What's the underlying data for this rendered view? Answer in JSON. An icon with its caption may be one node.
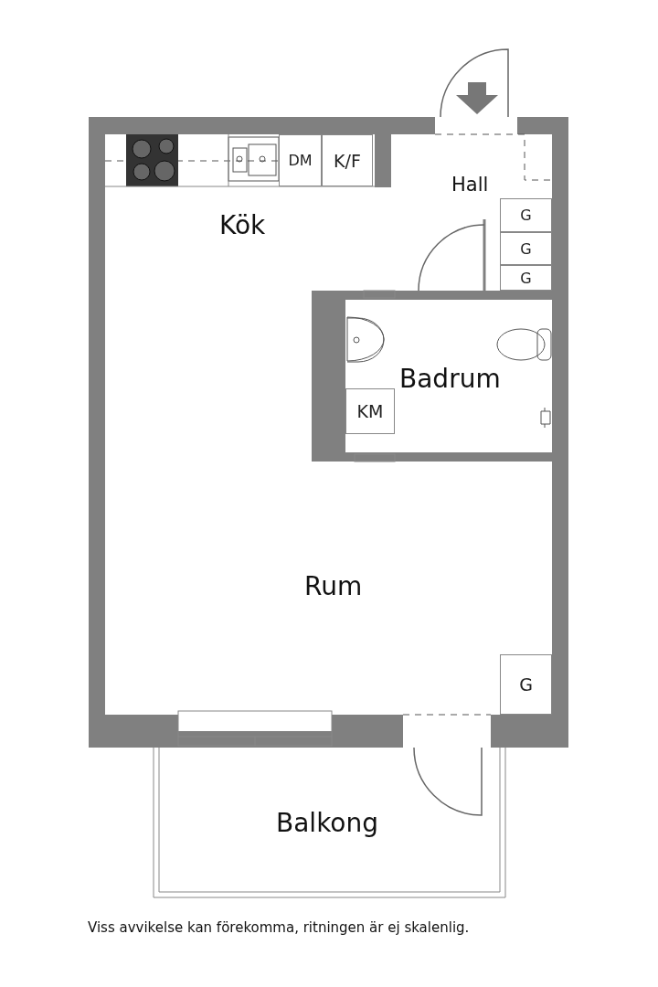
{
  "diagram": {
    "caption": "Viss avvikelse kan förekomma, ritningen är ej skalenlig.",
    "nodes": [
      {
        "text": [
          "DM"
        ]
      },
      {
        "text": [
          "K/F"
        ]
      },
      {
        "text": [
          "G"
        ]
      },
      {
        "text": [
          "G"
        ]
      },
      {
        "text": [
          "G"
        ]
      },
      {
        "text": [
          "KM"
        ]
      },
      {
        "text": [
          "G"
        ]
      }
    ],
    "edges": [],
    "labels": [
      "Kök",
      "Hall",
      "Badrum",
      "Rum",
      "Balkong"
    ]
  }
}
